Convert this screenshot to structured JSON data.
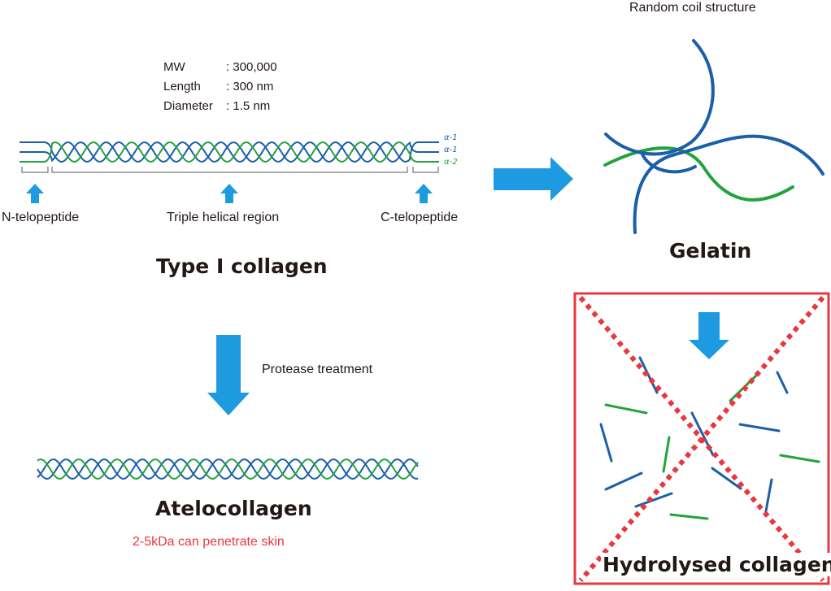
{
  "specs": {
    "mw_label": "MW",
    "mw_value": ": 300,000",
    "length_label": "Length",
    "length_value": ": 300 nm",
    "diameter_label": "Diameter",
    "diameter_value": ": 1.5 nm"
  },
  "chains": [
    "α-1",
    "α-1",
    "α-2"
  ],
  "regions": {
    "n_telopeptide": "N-telopeptide",
    "triple_helical": "Triple helical region",
    "c_telopeptide": "C-telopeptide"
  },
  "type1_title": "Type I collagen",
  "gelatin": {
    "caption": "Random coil structure",
    "title": "Gelatin"
  },
  "protease": "Protease treatment",
  "atelocollagen": {
    "title": "Atelocollagen",
    "note": "2-5kDa can penetrate skin"
  },
  "hydrolysed": "Hydrolysed collagen",
  "colors": {
    "blue": "#1a5fa8",
    "green": "#22a33c",
    "arrow": "#1e9be0",
    "red": "#e8383d",
    "text": "#231815"
  }
}
